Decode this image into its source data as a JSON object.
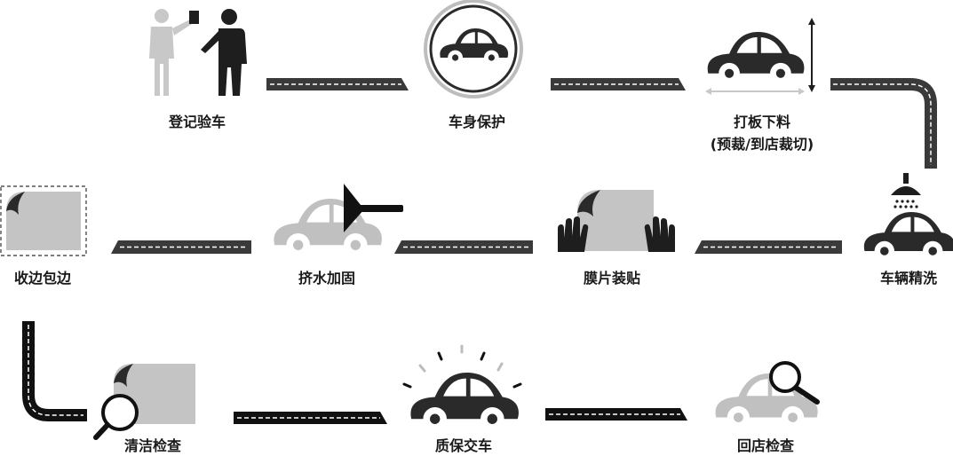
{
  "steps": [
    {
      "label": "登记验车"
    },
    {
      "label": "车身保护"
    },
    {
      "label": "打板下料",
      "note": "(预裁/到店裁切)"
    },
    {
      "label": "车辆精洗"
    },
    {
      "label": "膜片装贴"
    },
    {
      "label": "挤水加固"
    },
    {
      "label": "收边包边"
    },
    {
      "label": "清洁检查"
    },
    {
      "label": "质保交车"
    },
    {
      "label": "回店检查"
    }
  ],
  "colors": {
    "dark": "#262626",
    "grey": "#b8b8b8",
    "light": "#c4c4c4",
    "road": "#3a3a3a",
    "road_lane": "#ffffff"
  },
  "icons": [
    "inspection-people-icon",
    "car-protection-icon",
    "car-measure-icon",
    "car-wash-icon",
    "film-apply-icon",
    "squeegee-car-icon",
    "film-edge-icon",
    "magnifier-film-icon",
    "car-shine-icon",
    "magnifier-car-icon"
  ]
}
